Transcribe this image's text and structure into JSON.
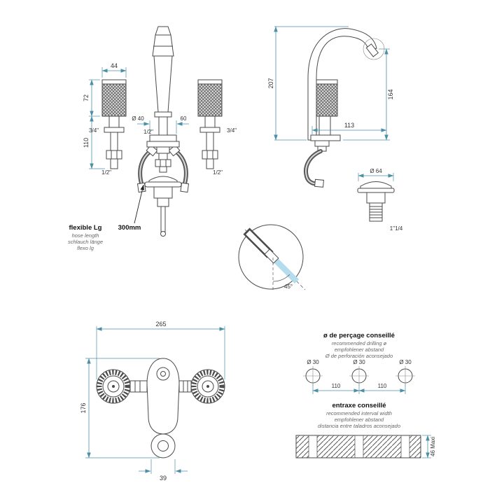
{
  "colors": {
    "dimension_line": "#4d8fa6",
    "drawing_line": "#4a4a4a",
    "water_stream": "#b5dcec"
  },
  "front_view": {
    "dim_width_handle": "44",
    "dim_handle_height": "72",
    "dim_body_height": "110",
    "size_left": "3/4\"",
    "size_right": "3/4\"",
    "dim_base_diameter": "Ø 40",
    "dim_center": "60",
    "size_center": "1/2\"",
    "size_inlet_left": "1/2\"",
    "size_inlet_right": "1/2\"",
    "hose_label_title": "flexible Lg",
    "hose_label_en": "hose length",
    "hose_label_de": "schlauch länge",
    "hose_label_es": "flexo lg",
    "hose_length": "300mm"
  },
  "side_view": {
    "dim_total_height": "207",
    "dim_spout_height": "164",
    "dim_reach": "113"
  },
  "drain": {
    "dim_diameter": "Ø 64",
    "thread_size": "1\"1/4"
  },
  "detail": {
    "angle": "45°"
  },
  "plan_view": {
    "dim_total_width": "265",
    "dim_depth": "176",
    "dim_aerator": "39"
  },
  "drilling": {
    "title": "ø de perçage conseillé",
    "subtitle_en": "recommended drilling ø",
    "subtitle_de": "empfohlener abstand",
    "subtitle_es": "Ø de perforación aconsejado",
    "hole_1": "Ø 30",
    "hole_2": "Ø 30",
    "hole_3": "Ø 30",
    "spacing_1": "110",
    "spacing_2": "110"
  },
  "interval": {
    "title": "entraxe conseillé",
    "subtitle_en": "recommended interval width",
    "subtitle_de": "empfohlener abstand",
    "subtitle_es": "distancia entre taladros aconsejado",
    "thickness_max": "46 Maxi"
  }
}
